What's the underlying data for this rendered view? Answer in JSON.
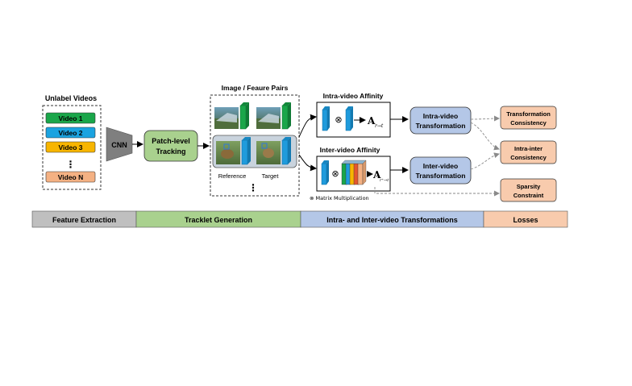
{
  "colors": {
    "video_green": "#1aa64a",
    "video_blue": "#1ba3e0",
    "video_yellow": "#f7b500",
    "video_orange": "#f4b183",
    "cnn_gray": "#7f7f7f",
    "tracking_green": "#a9d18e",
    "transform_blue": "#b4c7e7",
    "loss_orange": "#f8cbad",
    "feature_blue": "#1f9bdc",
    "feature_green": "#1aa64a"
  },
  "videos": {
    "title": "Unlabel Videos",
    "items": [
      "Video 1",
      "Video 2",
      "Video 3",
      "Video N"
    ],
    "ellipsis": "⋮"
  },
  "cnn": {
    "label": "CNN"
  },
  "tracking": {
    "line1": "Patch-level",
    "line2": "Tracking"
  },
  "pairs": {
    "title": "Image / Feaure Pairs",
    "reference_label": "Reference",
    "target_label": "Target",
    "ellipsis": "⋮"
  },
  "intra_affinity": {
    "title": "Intra-video Affinity",
    "symbol": "A",
    "subscript": "r→t"
  },
  "inter_affinity": {
    "title": "Inter-video Affinity",
    "symbol": "A",
    "subscript": "r⁺→t"
  },
  "matrix_note": "⊗ Matrix Multiplication",
  "otimes": "⊗",
  "intra_transform": {
    "line1": "Intra-video",
    "line2": "Transformation"
  },
  "inter_transform": {
    "line1": "Inter-video",
    "line2": "Transformation"
  },
  "losses": {
    "transformation": {
      "line1": "Transformation",
      "line2": "Consistency"
    },
    "intra_inter": {
      "line1": "Intra-inter",
      "line2": "Consistency"
    },
    "sparsity": {
      "line1": "Sparsity",
      "line2": "Constraint"
    }
  },
  "stages": [
    {
      "label": "Feature Extraction",
      "color": "#bfbfbf"
    },
    {
      "label": "Tracklet Generation",
      "color": "#a9d18e"
    },
    {
      "label": "Intra- and Inter-video Transformations",
      "color": "#b4c7e7"
    },
    {
      "label": "Losses",
      "color": "#f8cbad"
    }
  ]
}
